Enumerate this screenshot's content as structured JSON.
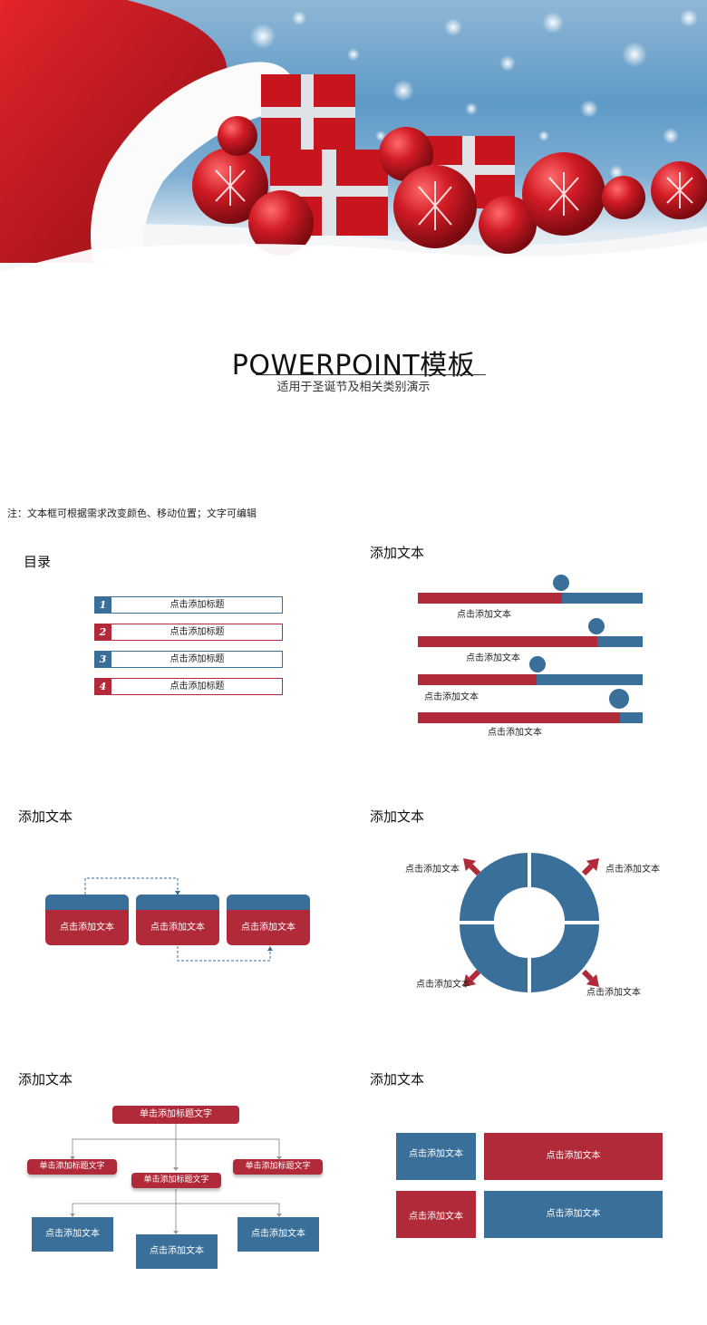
{
  "hero": {
    "image": "christmas-banner"
  },
  "title": {
    "main": "POWERPOINT模板",
    "subtitle": "适用于圣诞节及相关类别演示"
  },
  "note": "注：文本框可根据需求改变颜色、移动位置；文字可编辑",
  "colors": {
    "red": "#b02a3a",
    "blue": "#3a6f9a"
  },
  "toc": {
    "title": "目录",
    "items": [
      {
        "num": "1",
        "label": "点击添加标题"
      },
      {
        "num": "2",
        "label": "点击添加标题"
      },
      {
        "num": "3",
        "label": "点击添加标题"
      },
      {
        "num": "4",
        "label": "点击添加标题"
      }
    ]
  },
  "progress": {
    "title": "添加文本",
    "bars": [
      {
        "label": "点击添加文本",
        "value": 0.64
      },
      {
        "label": "点击添加文本",
        "value": 0.8
      },
      {
        "label": "点击添加文本",
        "value": 0.53
      },
      {
        "label": "点击添加文本",
        "value": 0.9
      }
    ]
  },
  "process": {
    "title": "添加文本",
    "cards": [
      "点击添加文本",
      "点击添加文本",
      "点击添加文本"
    ]
  },
  "ring": {
    "title": "添加文本",
    "labels": [
      "点击添加文本",
      "点击添加文本",
      "点击添加文本",
      "点击添加文本"
    ]
  },
  "org": {
    "title": "添加文本",
    "top": "单击添加标题文字",
    "mid": [
      "单击添加标题文字",
      "单击添加标题文字",
      "单击添加标题文字"
    ],
    "bottom": [
      "点击添加文本",
      "点击添加文本",
      "点击添加文本"
    ]
  },
  "grid": {
    "title": "添加文本",
    "cells": [
      "点击添加文本",
      "点击添加文本",
      "点击添加文本",
      "点击添加文本"
    ]
  }
}
